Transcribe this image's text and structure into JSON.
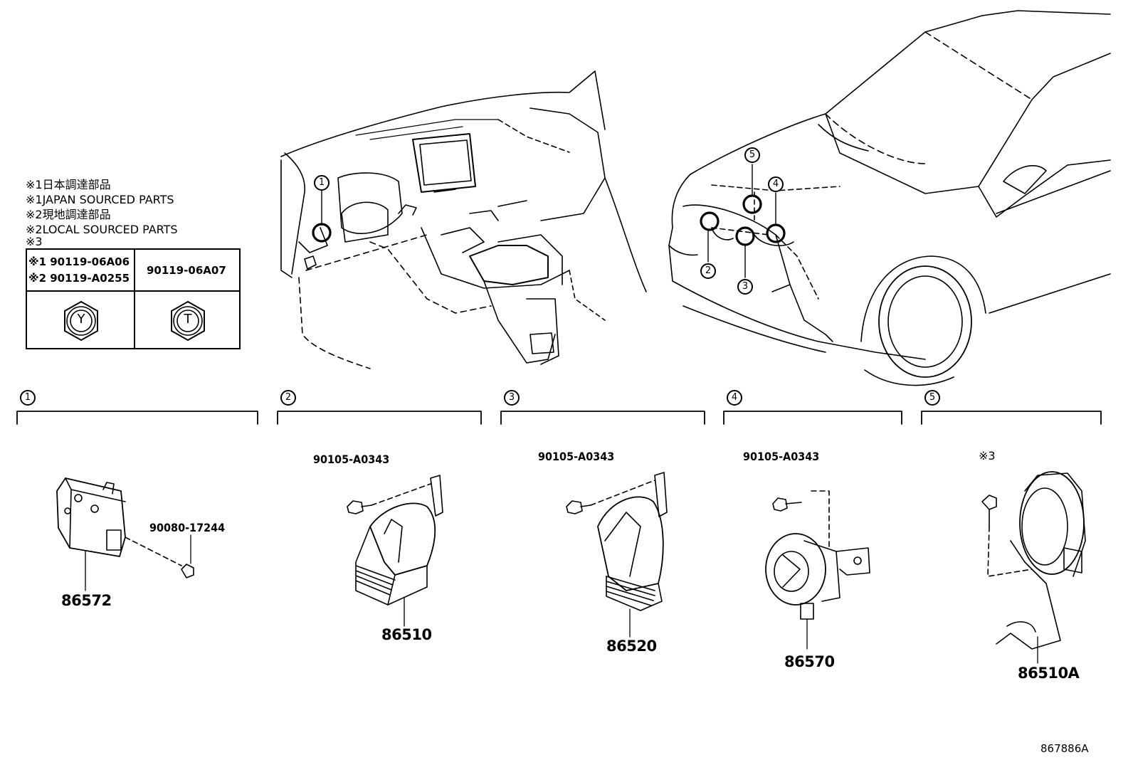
{
  "legend": {
    "line1": "※1日本調達部品",
    "line2": "※1JAPAN SOURCED PARTS",
    "line3": "※2現地調達部品",
    "line4": "※2LOCAL SOURCED PARTS",
    "line5": "※3"
  },
  "table": {
    "row1_left_a": "※1 90119-06A06",
    "row1_left_b": "※2 90119-A0255",
    "row1_right": "90119-06A07",
    "nut_left_letter": "Y",
    "nut_right_letter": "T"
  },
  "callouts": {
    "c1": "1",
    "c2": "2",
    "c3": "3",
    "c4": "4",
    "c5": "5"
  },
  "sections": [
    {
      "num": "1",
      "main_part": "86572",
      "sub_part": "90080-17244"
    },
    {
      "num": "2",
      "main_part": "86510",
      "sub_part": "90105-A0343"
    },
    {
      "num": "3",
      "main_part": "86520",
      "sub_part": "90105-A0343"
    },
    {
      "num": "4",
      "main_part": "86570",
      "sub_part": "90105-A0343"
    },
    {
      "num": "5",
      "main_part": "86510A",
      "sub_part": "※3"
    }
  ],
  "figure_id": "867886A"
}
